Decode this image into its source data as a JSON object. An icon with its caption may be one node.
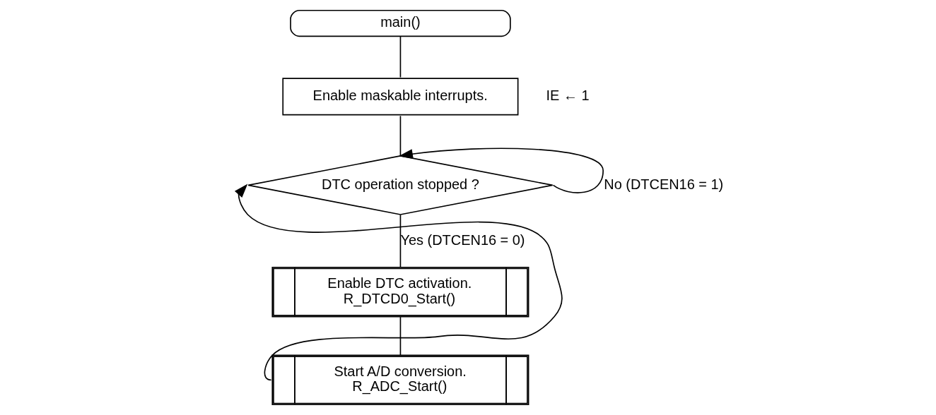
{
  "diagram": {
    "nodes": [
      {
        "text": [
          "main()"
        ]
      },
      {
        "text": [
          "Enable maskable interrupts."
        ],
        "beside": [
          "IE ← 1"
        ]
      },
      {
        "text": [
          "DTC operation stopped ?"
        ]
      },
      {
        "text": [
          "Enable DTC activation.",
          "R_DTCD0_Start()"
        ]
      },
      {
        "text": [
          "Start A/D conversion.",
          "R_ADC_Start()"
        ]
      }
    ],
    "edges": [
      {
        "from": 0,
        "to": 1,
        "arrow": "none"
      },
      {
        "from": 1,
        "to": 2,
        "arrow": "none"
      },
      {
        "from": 2,
        "to": 2,
        "arrow": "to",
        "label": "No (DTCEN16 = 1)"
      },
      {
        "from": 2,
        "to": 3,
        "arrow": "none",
        "label": "Yes (DTCEN16 = 0)"
      },
      {
        "from": 3,
        "to": 4,
        "arrow": "none"
      },
      {
        "from": 4,
        "to": 2,
        "arrow": "to"
      }
    ]
  }
}
